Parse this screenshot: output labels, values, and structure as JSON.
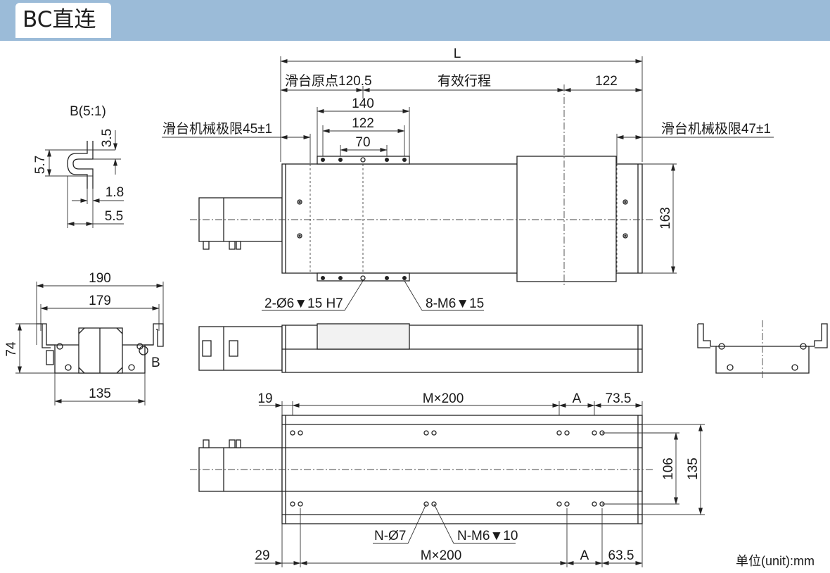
{
  "header": {
    "title": "BC直连"
  },
  "units_note": "单位(unit):mm",
  "top_view": {
    "overall_length": "L",
    "home_label": "滑台原点120.5",
    "stroke_label": "有效行程",
    "right_end": "122",
    "carriage_outer": "140",
    "carriage_inner": "122",
    "carriage_center": "70",
    "limit_left": "滑台机械极限45±1",
    "limit_right": "滑台机械极限47±1",
    "height": "163",
    "pin_holes": "2-Ø6▼15 H7",
    "tapped_holes": "8-M6▼15"
  },
  "detail_b": {
    "title": "B(5:1)",
    "dim_a": "3.5",
    "dim_b": "5.7",
    "dim_c": "1.8",
    "dim_d": "5.5"
  },
  "end_view": {
    "overall_width": "190",
    "inner_width": "179",
    "height": "74",
    "base_width": "135",
    "detail_marker": "B"
  },
  "bottom_view": {
    "top_left_offset": "19",
    "top_pitch": "M×200",
    "top_a": "A",
    "top_right_offset": "73.5",
    "bottom_left_offset": "29",
    "bottom_pitch": "M×200",
    "bottom_a": "A",
    "bottom_right_offset": "63.5",
    "inner_height": "106",
    "outer_height": "135",
    "pin_holes": "N-Ø7",
    "tapped_holes": "N-M6▼10"
  }
}
